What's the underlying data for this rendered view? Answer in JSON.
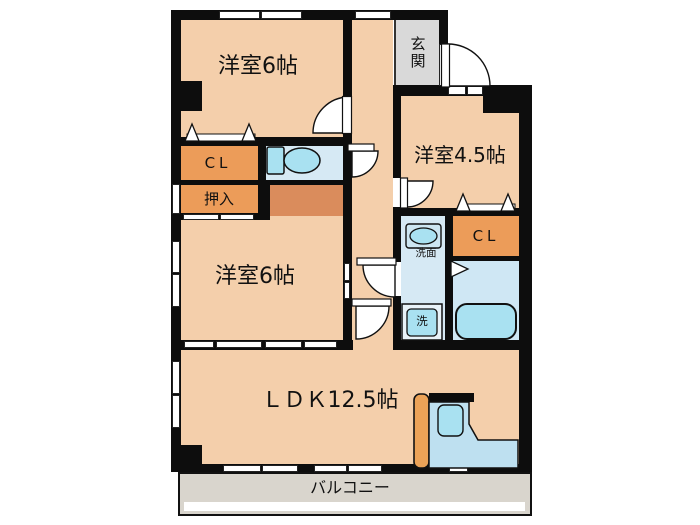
{
  "floorplan": {
    "labels": {
      "bedroom_top": "洋室6帖",
      "bedroom_mid": "洋室6帖",
      "bedroom_right": "洋室4.5帖",
      "ldk": "ＬＤＫ12.5帖",
      "entrance": "玄関",
      "balcony": "バルコニー",
      "closet_left": "CL",
      "closet_right": "CL",
      "oshiire": "押入",
      "washstand": "洗面",
      "washer": "洗"
    },
    "colors": {
      "wall": "#0d0d0d",
      "room": "#F4CFAB",
      "closet": "#EC9C59",
      "alcove": "#DA8C5C",
      "wet_floor": "#D6E9F4",
      "bath_floor": "#CFE7F4",
      "fixture": "#A9E1F1",
      "entrance_tile": "#D9D9D9",
      "kitchen_counter": "#EBA257",
      "kitchen_unit": "#BEE0F0",
      "balcony": "#D9D5CD"
    }
  }
}
